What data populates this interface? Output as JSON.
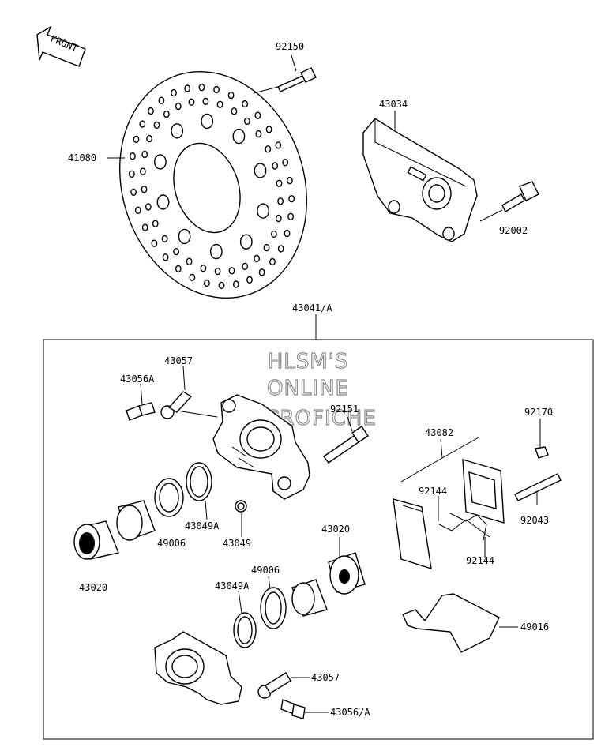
{
  "direction_arrow": "FRONT",
  "watermark": [
    "HLSM'S",
    "ONLINE",
    "MICROFICHE"
  ],
  "labels": {
    "p92150": "92150",
    "p43034": "43034",
    "p41080": "41080",
    "p92002": "92002",
    "p43041": "43041/A",
    "p43057a": "43057",
    "p43056a": "43056A",
    "p92151": "92151",
    "p92170": "92170",
    "p43082": "43082",
    "p92144a": "92144",
    "p92043": "92043",
    "p43049a": "43049A",
    "p49006a": "49006",
    "p43049": "43049",
    "p43020a": "43020",
    "p43020b": "43020",
    "p92144b": "92144",
    "p49006b": "49006",
    "p43049ab": "43049A",
    "p49016": "49016",
    "p43057b": "43057",
    "p43056b": "43056/A"
  }
}
